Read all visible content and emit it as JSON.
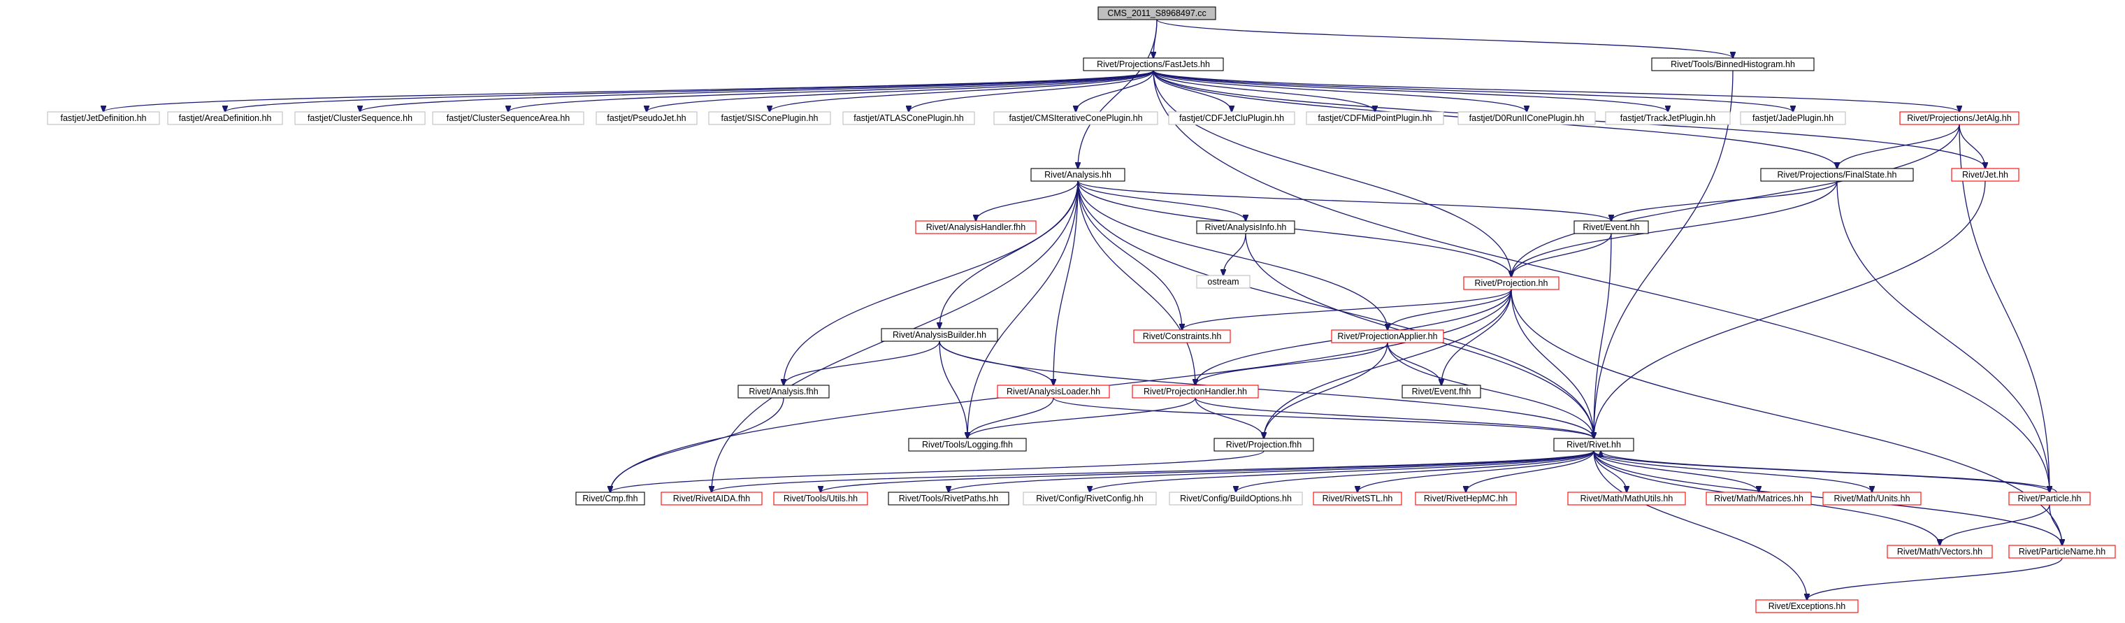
{
  "colors": {
    "edge": "#191970",
    "border_default": "#000000",
    "border_missing": "#c0c0c0",
    "border_truncated": "#ff0000",
    "root_fill": "#bfbfbf",
    "node_fill": "#ffffff"
  },
  "nodes": [
    {
      "id": "root",
      "label": "CMS_2011_S8968497.cc",
      "style": "root"
    },
    {
      "id": "fastjets",
      "label": "Rivet/Projections/FastJets.hh",
      "style": "normal"
    },
    {
      "id": "binned",
      "label": "Rivet/Tools/BinnedHistogram.hh",
      "style": "normal"
    },
    {
      "id": "fj_jetdef",
      "label": "fastjet/JetDefinition.hh",
      "style": "missing"
    },
    {
      "id": "fj_areadef",
      "label": "fastjet/AreaDefinition.hh",
      "style": "missing"
    },
    {
      "id": "fj_clseq",
      "label": "fastjet/ClusterSequence.hh",
      "style": "missing"
    },
    {
      "id": "fj_clseqarea",
      "label": "fastjet/ClusterSequenceArea.hh",
      "style": "missing"
    },
    {
      "id": "fj_pseudo",
      "label": "fastjet/PseudoJet.hh",
      "style": "missing"
    },
    {
      "id": "fj_siscone",
      "label": "fastjet/SISConePlugin.hh",
      "style": "missing"
    },
    {
      "id": "fj_atlas",
      "label": "fastjet/ATLASConePlugin.hh",
      "style": "missing"
    },
    {
      "id": "fj_cmsiter",
      "label": "fastjet/CMSIterativeConePlugin.hh",
      "style": "missing"
    },
    {
      "id": "fj_cdfclu",
      "label": "fastjet/CDFJetCluPlugin.hh",
      "style": "missing"
    },
    {
      "id": "fj_cdfmid",
      "label": "fastjet/CDFMidPointPlugin.hh",
      "style": "missing"
    },
    {
      "id": "fj_d0",
      "label": "fastjet/D0RunIIConePlugin.hh",
      "style": "missing"
    },
    {
      "id": "fj_track",
      "label": "fastjet/TrackJetPlugin.hh",
      "style": "missing"
    },
    {
      "id": "fj_jade",
      "label": "fastjet/JadePlugin.hh",
      "style": "missing"
    },
    {
      "id": "jetalg",
      "label": "Rivet/Projections/JetAlg.hh",
      "style": "truncated"
    },
    {
      "id": "analysis",
      "label": "Rivet/Analysis.hh",
      "style": "normal"
    },
    {
      "id": "finalstate",
      "label": "Rivet/Projections/FinalState.hh",
      "style": "normal"
    },
    {
      "id": "jet",
      "label": "Rivet/Jet.hh",
      "style": "truncated"
    },
    {
      "id": "analysishandler_fhh",
      "label": "Rivet/AnalysisHandler.fhh",
      "style": "truncated"
    },
    {
      "id": "analysisinfo",
      "label": "Rivet/AnalysisInfo.hh",
      "style": "normal"
    },
    {
      "id": "event",
      "label": "Rivet/Event.hh",
      "style": "normal"
    },
    {
      "id": "ostream",
      "label": "ostream",
      "style": "missing"
    },
    {
      "id": "projection",
      "label": "Rivet/Projection.hh",
      "style": "truncated"
    },
    {
      "id": "analysisbuilder",
      "label": "Rivet/AnalysisBuilder.hh",
      "style": "normal"
    },
    {
      "id": "constraints",
      "label": "Rivet/Constraints.hh",
      "style": "truncated"
    },
    {
      "id": "projapplier",
      "label": "Rivet/ProjectionApplier.hh",
      "style": "truncated"
    },
    {
      "id": "analysis_fhh",
      "label": "Rivet/Analysis.fhh",
      "style": "normal"
    },
    {
      "id": "analysisloader",
      "label": "Rivet/AnalysisLoader.hh",
      "style": "truncated"
    },
    {
      "id": "projhandler",
      "label": "Rivet/ProjectionHandler.hh",
      "style": "truncated"
    },
    {
      "id": "event_fhh",
      "label": "Rivet/Event.fhh",
      "style": "normal"
    },
    {
      "id": "logging_fhh",
      "label": "Rivet/Tools/Logging.fhh",
      "style": "normal"
    },
    {
      "id": "projection_fhh",
      "label": "Rivet/Projection.fhh",
      "style": "normal"
    },
    {
      "id": "rivet",
      "label": "Rivet/Rivet.hh",
      "style": "normal"
    },
    {
      "id": "cmp_fhh",
      "label": "Rivet/Cmp.fhh",
      "style": "normal"
    },
    {
      "id": "rivetaida",
      "label": "Rivet/RivetAIDA.fhh",
      "style": "truncated"
    },
    {
      "id": "utils",
      "label": "Rivet/Tools/Utils.hh",
      "style": "truncated"
    },
    {
      "id": "rivetpaths",
      "label": "Rivet/Tools/RivetPaths.hh",
      "style": "normal"
    },
    {
      "id": "rivetconfig",
      "label": "Rivet/Config/RivetConfig.hh",
      "style": "missing"
    },
    {
      "id": "buildoptions",
      "label": "Rivet/Config/BuildOptions.hh",
      "style": "missing"
    },
    {
      "id": "rivetstl",
      "label": "Rivet/RivetSTL.hh",
      "style": "truncated"
    },
    {
      "id": "rivethepmc",
      "label": "Rivet/RivetHepMC.hh",
      "style": "truncated"
    },
    {
      "id": "mathutils",
      "label": "Rivet/Math/MathUtils.hh",
      "style": "truncated"
    },
    {
      "id": "matrices",
      "label": "Rivet/Math/Matrices.hh",
      "style": "truncated"
    },
    {
      "id": "units",
      "label": "Rivet/Math/Units.hh",
      "style": "truncated"
    },
    {
      "id": "particle",
      "label": "Rivet/Particle.hh",
      "style": "truncated"
    },
    {
      "id": "vectors",
      "label": "Rivet/Math/Vectors.hh",
      "style": "truncated"
    },
    {
      "id": "particlename",
      "label": "Rivet/ParticleName.hh",
      "style": "truncated"
    },
    {
      "id": "exceptions",
      "label": "Rivet/Exceptions.hh",
      "style": "truncated"
    }
  ],
  "edges": [
    [
      "root",
      "fastjets"
    ],
    [
      "root",
      "binned"
    ],
    [
      "root",
      "analysis"
    ],
    [
      "fastjets",
      "fj_jetdef"
    ],
    [
      "fastjets",
      "fj_areadef"
    ],
    [
      "fastjets",
      "fj_clseq"
    ],
    [
      "fastjets",
      "fj_clseqarea"
    ],
    [
      "fastjets",
      "fj_pseudo"
    ],
    [
      "fastjets",
      "fj_siscone"
    ],
    [
      "fastjets",
      "fj_atlas"
    ],
    [
      "fastjets",
      "fj_cmsiter"
    ],
    [
      "fastjets",
      "fj_cdfclu"
    ],
    [
      "fastjets",
      "fj_cdfmid"
    ],
    [
      "fastjets",
      "fj_d0"
    ],
    [
      "fastjets",
      "fj_track"
    ],
    [
      "fastjets",
      "fj_jade"
    ],
    [
      "fastjets",
      "jetalg"
    ],
    [
      "fastjets",
      "finalstate"
    ],
    [
      "fastjets",
      "jet"
    ],
    [
      "fastjets",
      "particle"
    ],
    [
      "fastjets",
      "projection"
    ],
    [
      "binned",
      "rivet"
    ],
    [
      "jetalg",
      "finalstate"
    ],
    [
      "jetalg",
      "jet"
    ],
    [
      "jetalg",
      "particle"
    ],
    [
      "jetalg",
      "projection"
    ],
    [
      "finalstate",
      "event"
    ],
    [
      "finalstate",
      "projection"
    ],
    [
      "finalstate",
      "particle"
    ],
    [
      "jet",
      "rivet"
    ],
    [
      "analysis",
      "analysishandler_fhh"
    ],
    [
      "analysis",
      "analysisinfo"
    ],
    [
      "analysis",
      "event"
    ],
    [
      "analysis",
      "projection"
    ],
    [
      "analysis",
      "analysisbuilder"
    ],
    [
      "analysis",
      "constraints"
    ],
    [
      "analysis",
      "analysis_fhh"
    ],
    [
      "analysis",
      "analysisloader"
    ],
    [
      "analysis",
      "projhandler"
    ],
    [
      "analysis",
      "logging_fhh"
    ],
    [
      "analysis",
      "rivetaida"
    ],
    [
      "analysis",
      "projapplier"
    ],
    [
      "analysis",
      "rivet"
    ],
    [
      "analysisinfo",
      "ostream"
    ],
    [
      "analysisinfo",
      "rivet"
    ],
    [
      "event",
      "projection"
    ],
    [
      "event",
      "rivet"
    ],
    [
      "projection",
      "constraints"
    ],
    [
      "projection",
      "projapplier"
    ],
    [
      "projection",
      "event_fhh"
    ],
    [
      "projection",
      "projhandler"
    ],
    [
      "projection",
      "projection_fhh"
    ],
    [
      "projection",
      "rivet"
    ],
    [
      "projection",
      "particlename"
    ],
    [
      "projection",
      "cmp_fhh"
    ],
    [
      "analysisbuilder",
      "analysis_fhh"
    ],
    [
      "analysisbuilder",
      "analysisloader"
    ],
    [
      "analysisbuilder",
      "logging_fhh"
    ],
    [
      "analysisbuilder",
      "rivet"
    ],
    [
      "projapplier",
      "projhandler"
    ],
    [
      "projapplier",
      "event_fhh"
    ],
    [
      "projapplier",
      "projection_fhh"
    ],
    [
      "projapplier",
      "rivet"
    ],
    [
      "analysis_fhh",
      "cmp_fhh"
    ],
    [
      "analysisloader",
      "logging_fhh"
    ],
    [
      "analysisloader",
      "rivet"
    ],
    [
      "projhandler",
      "logging_fhh"
    ],
    [
      "projhandler",
      "projection_fhh"
    ],
    [
      "projhandler",
      "rivet"
    ],
    [
      "projection_fhh",
      "cmp_fhh"
    ],
    [
      "rivet",
      "rivetaida"
    ],
    [
      "rivet",
      "utils"
    ],
    [
      "rivet",
      "rivetpaths"
    ],
    [
      "rivet",
      "rivetconfig"
    ],
    [
      "rivet",
      "buildoptions"
    ],
    [
      "rivet",
      "rivetstl"
    ],
    [
      "rivet",
      "rivethepmc"
    ],
    [
      "rivet",
      "mathutils"
    ],
    [
      "rivet",
      "matrices"
    ],
    [
      "rivet",
      "units"
    ],
    [
      "rivet",
      "particle"
    ],
    [
      "rivet",
      "vectors"
    ],
    [
      "rivet",
      "particlename"
    ],
    [
      "rivet",
      "exceptions"
    ],
    [
      "particle",
      "rivet"
    ],
    [
      "particle",
      "vectors"
    ],
    [
      "particle",
      "particlename"
    ],
    [
      "particlename",
      "exceptions"
    ]
  ]
}
